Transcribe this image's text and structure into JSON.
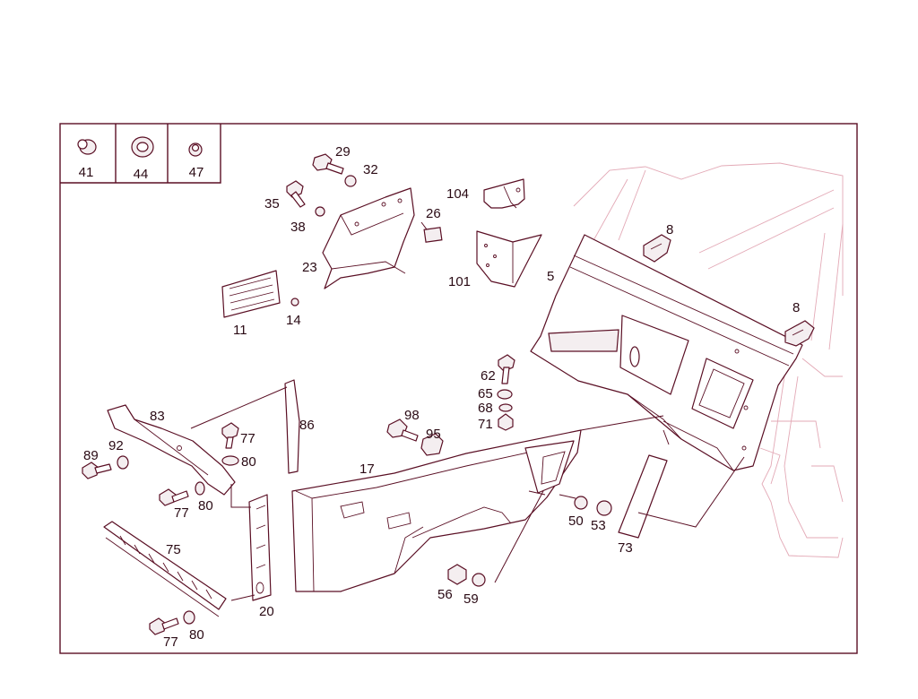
{
  "colors": {
    "line": "#5a0f24",
    "ghost": "#e3a9b6",
    "text": "#2a0a14",
    "background": "#ffffff"
  },
  "legend": [
    {
      "id": "41",
      "icon": "cap-plug-icon"
    },
    {
      "id": "44",
      "icon": "grommet-icon"
    },
    {
      "id": "47",
      "icon": "small-plug-icon"
    }
  ],
  "callouts": {
    "c5": "5",
    "c8a": "8",
    "c8b": "8",
    "c11": "11",
    "c14": "14",
    "c17": "17",
    "c20": "20",
    "c23": "23",
    "c26": "26",
    "c29": "29",
    "c32": "32",
    "c35": "35",
    "c38": "38",
    "c50": "50",
    "c53": "53",
    "c56": "56",
    "c59": "59",
    "c62": "62",
    "c65": "65",
    "c68": "68",
    "c71": "71",
    "c73": "73",
    "c75": "75",
    "c77a": "77",
    "c77b": "77",
    "c77c": "77",
    "c80a": "80",
    "c80b": "80",
    "c80c": "80",
    "c83": "83",
    "c86": "86",
    "c89": "89",
    "c92": "92",
    "c95": "95",
    "c98": "98",
    "c101": "101",
    "c104": "104"
  }
}
